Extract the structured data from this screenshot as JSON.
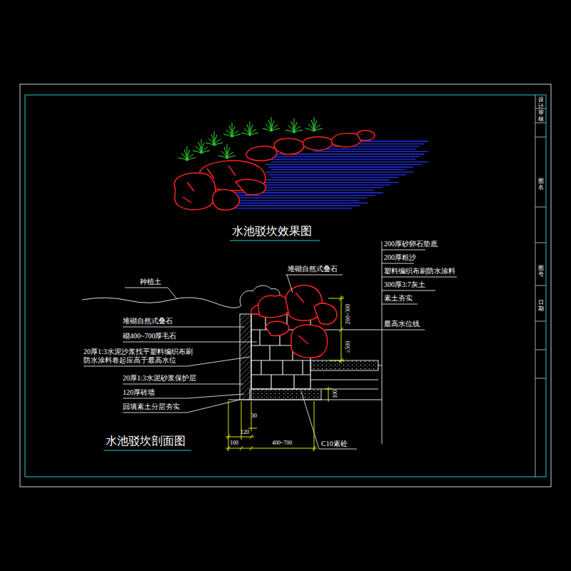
{
  "diagram": {
    "labels": [
      "水池驳坎效果图",
      "堆砌自然式叠石",
      "200厚砂卵石垫底",
      "200厚粗沙",
      "塑料编织布刷防水涂料",
      "300厚3:7灰土",
      "素土夯实",
      "种植土",
      "200~300",
      "≥500",
      "最高水位线",
      "堆砌自然式叠石",
      "砌400~700厚毛石",
      "20厚1:3水泥沙浆找平塑料编织布刷防水涂料卷起应高于最高水位",
      "20厚1:3水泥砂浆保护层",
      "120厚砖墙",
      "回填素土分层夯实",
      "30",
      "100",
      "100",
      "120",
      "400~700",
      "C10素砼",
      "水池驳坎剖面图",
      "设计",
      "审核",
      "图名",
      "图号",
      "日期"
    ]
  }
}
